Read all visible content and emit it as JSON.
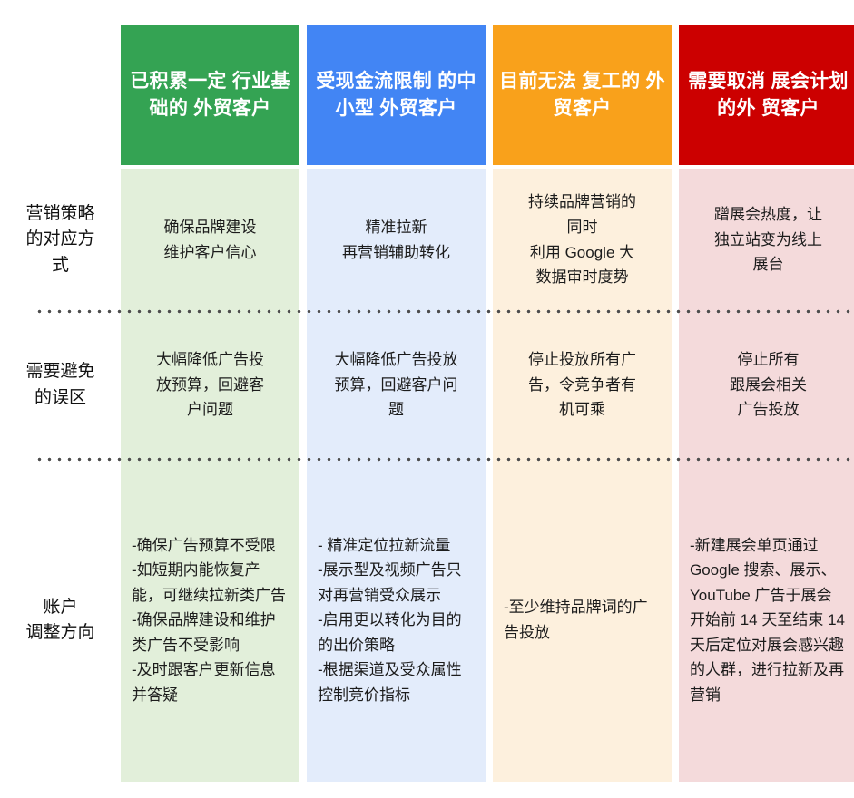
{
  "columns": [
    {
      "id": "accumulated-industry-base",
      "header": "已积累一定\n行业基础的\n外贸客户",
      "header_color": "#34a353",
      "body_color": "#e2efda"
    },
    {
      "id": "cashflow-limited-sme",
      "header": "受现金流限制\n的中小型\n外贸客户",
      "header_color": "#4285f4",
      "body_color": "#e3ecfb"
    },
    {
      "id": "cannot-resume-work",
      "header": "目前无法\n复工的\n外贸客户",
      "header_color": "#f9a11b",
      "body_color": "#fdf0dd"
    },
    {
      "id": "cancel-expo-plan",
      "header": "需要取消\n展会计划的外\n贸客户",
      "header_color": "#cc0000",
      "body_color": "#f4dadb"
    }
  ],
  "rows": [
    {
      "id": "marketing-strategy",
      "label": "营销策略\n的对应方\n式",
      "cells": [
        "确保品牌建设\n维护客户信心",
        "精准拉新\n再营销辅助转化",
        "持续品牌营销的\n同时\n利用 Google 大\n数据审时度势",
        "蹭展会热度，让\n独立站变为线上\n展台"
      ],
      "bullets": [
        false,
        false,
        false,
        false
      ]
    },
    {
      "id": "pitfalls-to-avoid",
      "label": "需要避免\n的误区",
      "cells": [
        "大幅降低广告投\n放预算，回避客\n户问题",
        "大幅降低广告投放\n预算，回避客户问\n题",
        "停止投放所有广\n告，令竞争者有\n机可乘",
        "停止所有\n跟展会相关\n广告投放"
      ],
      "bullets": [
        false,
        false,
        false,
        false
      ]
    },
    {
      "id": "account-adjustment-direction",
      "label": "账户\n调整方向",
      "cells": [
        "-确保广告预算不受限\n-如短期内能恢复产能，可继续拉新类广告\n-确保品牌建设和维护类广告不受影响\n-及时跟客户更新信息并答疑",
        "- 精准定位拉新流量\n-展示型及视频广告只对再营销受众展示\n-启用更以转化为目的的出价策略\n-根据渠道及受众属性控制竞价指标",
        "-至少维持品牌词的广告投放",
        "-新建展会单页通过 Google 搜索、展示、YouTube 广告于展会开始前 14 天至结束 14 天后定位对展会感兴趣的人群，进行拉新及再营销"
      ],
      "bullets": [
        true,
        true,
        false,
        true
      ]
    }
  ]
}
